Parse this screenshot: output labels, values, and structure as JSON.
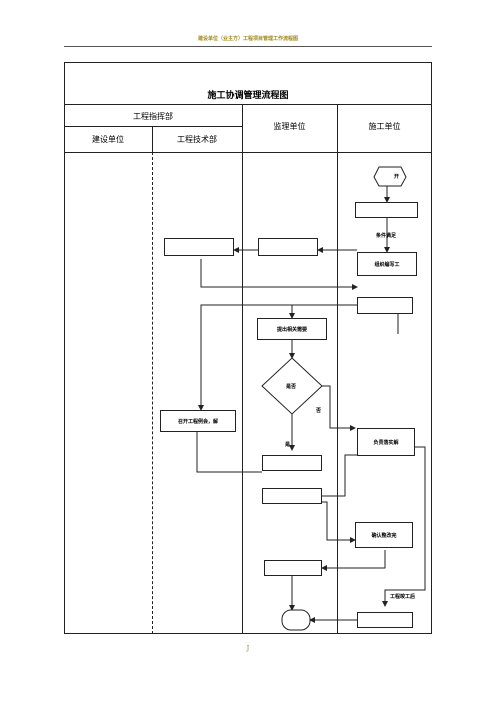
{
  "header": {
    "text": "建设单位（业主方）工程项目管理工作流程图"
  },
  "diagram": {
    "title": "施工协调管理流程图",
    "columns": {
      "command": "工程指挥部",
      "owner": "建设单位",
      "tech": "工程技术部",
      "supervisor": "监理单位",
      "contractor": "施工单位"
    },
    "nodes": {
      "start": "开",
      "contractor_step1": "",
      "condition_label": "条件满足",
      "contractor_compile": "组织编写工",
      "tech_review": "",
      "supervisor_review": "",
      "contractor_submit": "",
      "supervisor_raise": "提出相关需要",
      "decision": "是否",
      "decision_no": "否",
      "decision_yes": "是",
      "tech_meeting": "召开工程例会，解",
      "contractor_responsible": "负责落实解",
      "contractor_responsible_sub": "",
      "supervisor_box1": "",
      "supervisor_box2": "",
      "contractor_confirm": "确认整改完",
      "supervisor_box3": "",
      "contractor_finish_label": "工程竣工后",
      "end": "",
      "contractor_last": ""
    }
  },
  "footer": {
    "page": "J"
  }
}
